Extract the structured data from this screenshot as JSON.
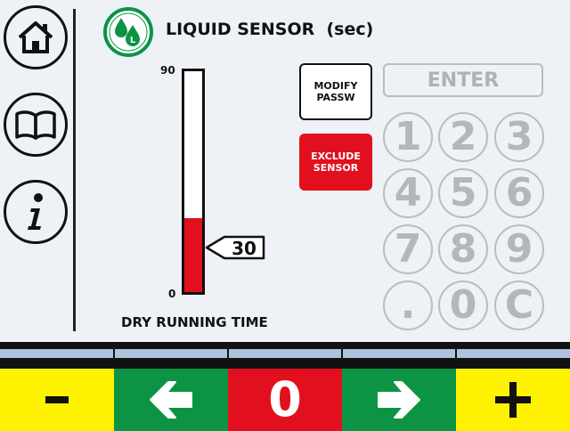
{
  "header": {
    "title": "LIQUID SENSOR  (sec)",
    "icon_letter": "L"
  },
  "nav": {
    "items": [
      {
        "name": "home-icon"
      },
      {
        "name": "book-icon"
      },
      {
        "name": "info-icon"
      }
    ]
  },
  "gauge": {
    "max_label": "90",
    "min_label": "0",
    "value_label": "30",
    "value": 30,
    "min": 0,
    "max": 90,
    "caption": "DRY RUNNING TIME",
    "fill_color": "#e2101e"
  },
  "actions": {
    "modify_label": "MODIFY\nPASSW",
    "exclude_label": "EXCLUDE\nSENSOR"
  },
  "keypad": {
    "enter_label": "ENTER",
    "keys": [
      "1",
      "2",
      "3",
      "4",
      "5",
      "6",
      "7",
      "8",
      "9",
      ".",
      "0",
      "C"
    ]
  },
  "bottom_bar": {
    "center_value": "0",
    "minus_label": "-",
    "plus_label": "+"
  },
  "colors": {
    "yellow": "#fff200",
    "green": "#0c9444",
    "red": "#e2101e"
  }
}
